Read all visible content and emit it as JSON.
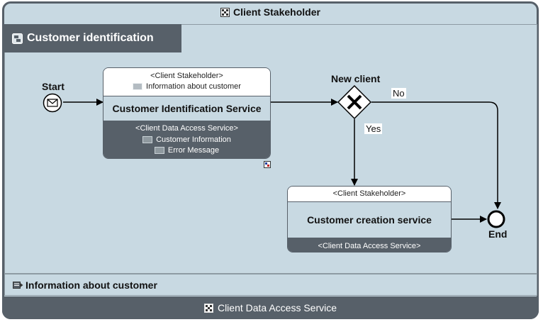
{
  "pool": {
    "title": "Client Stakeholder",
    "footer": "Client Data Access Service"
  },
  "subprocess": {
    "title": "Customer identification"
  },
  "info_bar": {
    "label": "Information about customer"
  },
  "events": {
    "start_label": "Start",
    "end_label": "End"
  },
  "gateway": {
    "label": "New client",
    "no_label": "No",
    "yes_label": "Yes"
  },
  "task1": {
    "top_role": "<Client Stakeholder>",
    "input_message": "Information about customer",
    "name": "Customer Identification Service",
    "bottom_role": "<Client Data Access Service>",
    "output_messages": [
      "Customer Information",
      "Error Message"
    ]
  },
  "task2": {
    "top_role": "<Client Stakeholder>",
    "name": "Customer creation service",
    "bottom_role": "<Client Data Access Service>"
  },
  "colors": {
    "header_dark": "#576069",
    "lane_fill": "#c8d9e2",
    "white": "#ffffff"
  },
  "icons": {
    "pool": "grid-icon",
    "subprocess": "collapse-subprocess-icon",
    "info": "data-object-icon",
    "message": "envelope-icon"
  }
}
